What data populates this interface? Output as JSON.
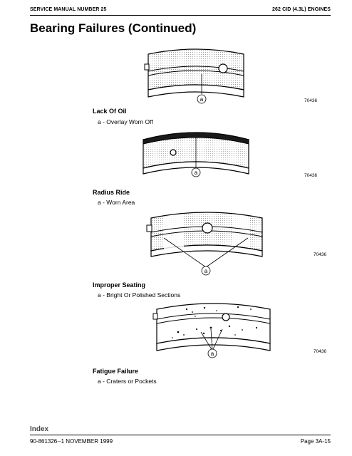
{
  "header": {
    "left": "SERVICE MANUAL NUMBER 25",
    "right": "262 CID (4.3L) ENGINES"
  },
  "page_title": "Bearing Failures (Continued)",
  "sections": [
    {
      "figure_number": "70436",
      "callout": "a",
      "caption": "Lack Of Oil",
      "item": "a - Overlay Worn Off"
    },
    {
      "figure_number": "70436",
      "callout": "a",
      "caption": "Radius Ride",
      "item": "a - Worn Area"
    },
    {
      "figure_number": "70436",
      "callout": "a",
      "caption": "Improper Seating",
      "item": "a - Bright Or Polished Sections"
    },
    {
      "figure_number": "70436",
      "callout": "a",
      "caption": "Fatigue Failure",
      "item": "a - Craters or Pockets"
    }
  ],
  "footer": {
    "index_link": "Index",
    "left": "90-861326--1 NOVEMBER 1999",
    "right": "Page 3A-15"
  }
}
